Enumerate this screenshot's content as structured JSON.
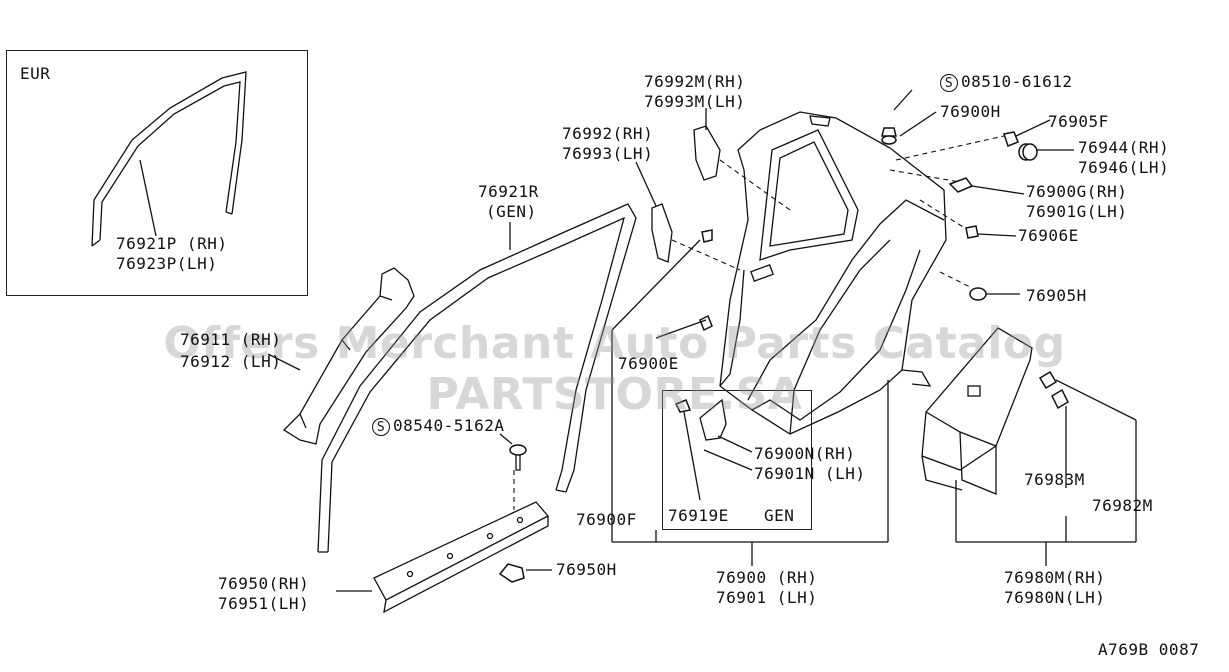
{
  "inset": {
    "region_label": "EUR",
    "part_rh": "76921P (RH)",
    "part_lh": "76923P(LH)"
  },
  "labels": {
    "p76921r": "76921R",
    "gen_paren": "(GEN)",
    "p76911_rh": "76911 (RH)",
    "p76912_lh": "76912 (LH)",
    "screw_08540": "08540-5162A",
    "p76950_rh": "76950(RH)",
    "p76951_lh": "76951(LH)",
    "p76950h": "76950H",
    "p76992m_rh": "76992M(RH)",
    "p76993m_lh": "76993M(LH)",
    "p76992_rh": "76992(RH)",
    "p76993_lh": "76993(LH)",
    "screw_08510": "08510-61612",
    "screw_symbol": "S",
    "p76900h": "76900H",
    "p76905f": "76905F",
    "p76944_rh": "76944(RH)",
    "p76946_lh": "76946(LH)",
    "p76900g_rh": "76900G(RH)",
    "p76901g_lh": "76901G(LH)",
    "p76906e": "76906E",
    "p76905h": "76905H",
    "p76900e": "76900E",
    "p76900n_rh": "76900N(RH)",
    "p76901n_lh": "76901N (LH)",
    "p76919e": "76919E",
    "gen": "GEN",
    "p76900f": "76900F",
    "p76900_rh": "76900 (RH)",
    "p76901_lh": "76901 (LH)",
    "p76983m": "76983M",
    "p76982m": "76982M",
    "p76980m_rh": "76980M(RH)",
    "p76980n_lh": "76980N(LH)",
    "diagram_code": "A769B 0087"
  },
  "watermark": "Offers Merchant Auto Parts Catalog PARTSTORE.SA"
}
